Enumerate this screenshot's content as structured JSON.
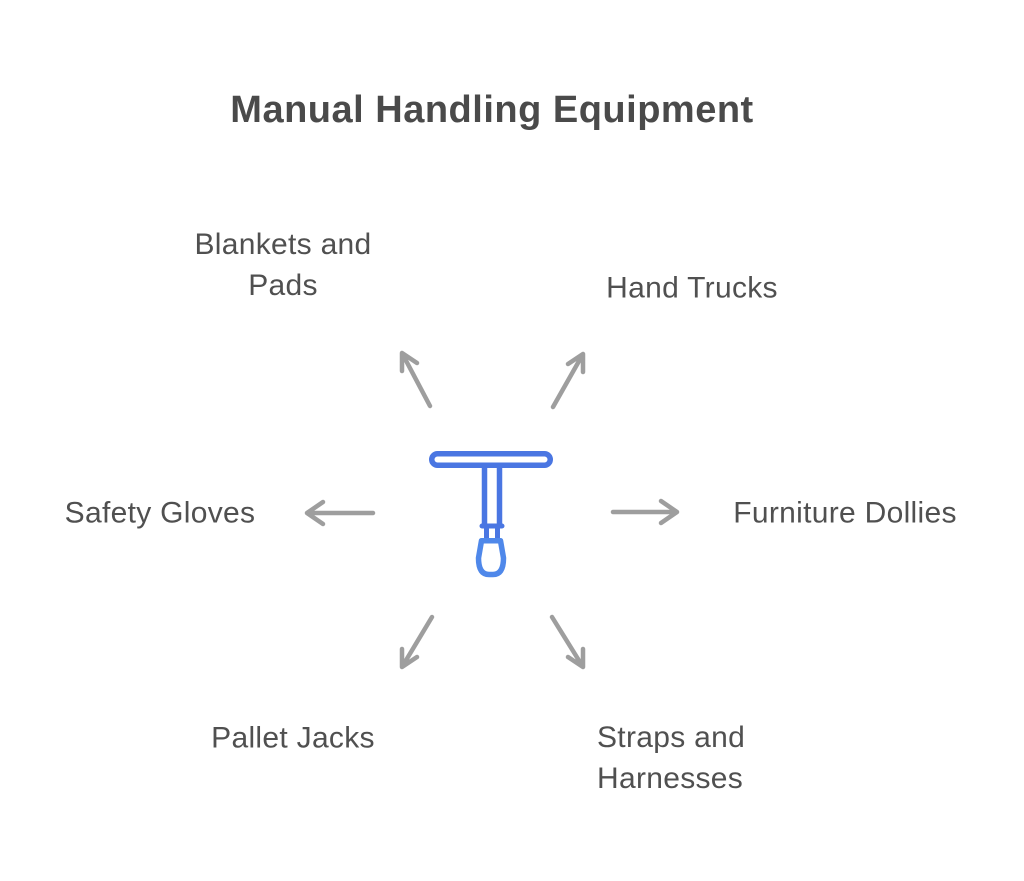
{
  "title": "Manual Handling Equipment",
  "diagram": {
    "type": "radial-spoke",
    "center_icon": "t-handle-tool-icon",
    "items": [
      {
        "label": "Blankets and Pads",
        "position": "top-left"
      },
      {
        "label": "Hand Trucks",
        "position": "top-right"
      },
      {
        "label": "Safety Gloves",
        "position": "left"
      },
      {
        "label": "Furniture Dollies",
        "position": "right"
      },
      {
        "label": "Pallet Jacks",
        "position": "bottom-left"
      },
      {
        "label": "Straps and Harnesses",
        "position": "bottom-right"
      }
    ]
  },
  "colors": {
    "background": "#ffffff",
    "title": "#4a4a4a",
    "label": "#505050",
    "arrow": "#9e9e9e",
    "icon_primary": "#4a76e2",
    "icon_tip": "#4f88ea"
  }
}
